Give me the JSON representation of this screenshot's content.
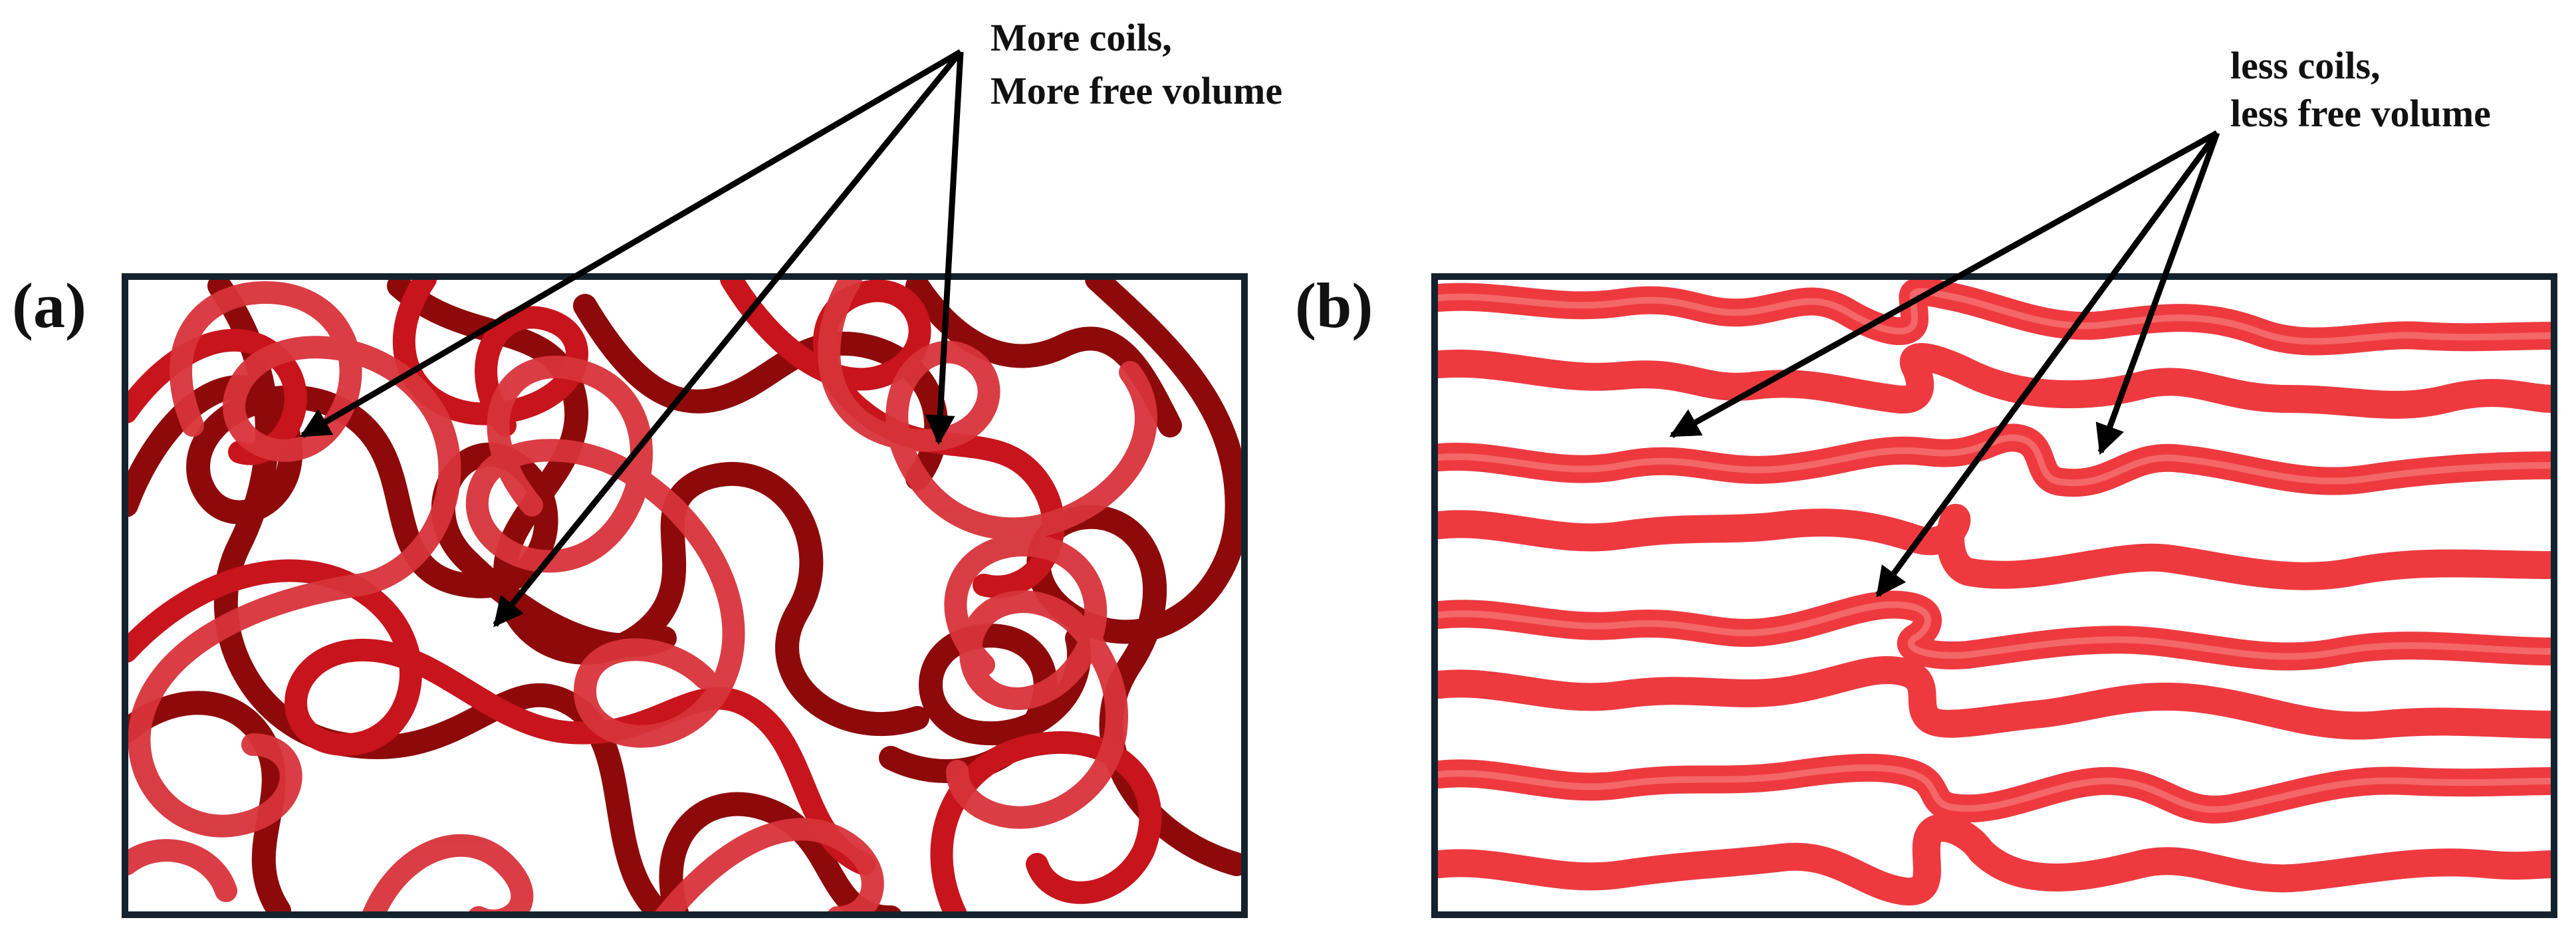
{
  "panels": {
    "a": {
      "label": "(a)",
      "annotation": {
        "line1": "More coils,",
        "line2": "More free volume"
      }
    },
    "b": {
      "label": "(b)",
      "annotation": {
        "line1": "less coils,",
        "line2": "less free volume"
      }
    }
  },
  "colors": {
    "frame": "#14222e",
    "arrow": "#000000",
    "chain_dark": "#8e0a0a",
    "chain_mid": "#c8141c",
    "chain_light": "#d8333a",
    "chain_aligned": "#ee3a3f",
    "chain_aligned_core": "#f77a7a"
  }
}
